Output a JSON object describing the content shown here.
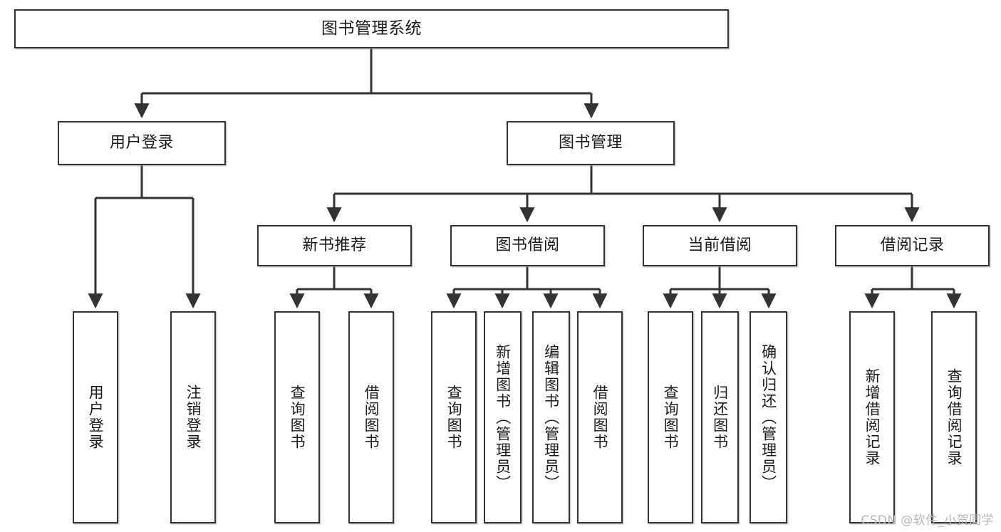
{
  "diagram": {
    "type": "tree-structure-chart",
    "title": "图书管理系统",
    "root": {
      "id": "root",
      "label": "图书管理系统"
    },
    "level2": [
      {
        "id": "user-login",
        "label": "用户登录"
      },
      {
        "id": "book-management",
        "label": "图书管理"
      }
    ],
    "level3": [
      {
        "id": "new-book-recommend",
        "label": "新书推荐",
        "parent": "book-management"
      },
      {
        "id": "book-borrow",
        "label": "图书借阅",
        "parent": "book-management"
      },
      {
        "id": "current-borrow",
        "label": "当前借阅",
        "parent": "book-management"
      },
      {
        "id": "borrow-record",
        "label": "借阅记录",
        "parent": "book-management"
      }
    ],
    "leaves": [
      {
        "id": "leaf-user-login",
        "label": "用户登录",
        "parent": "user-login"
      },
      {
        "id": "leaf-logout",
        "label": "注销登录",
        "parent": "user-login"
      },
      {
        "id": "leaf-query-book-1",
        "label": "查询图书",
        "parent": "new-book-recommend"
      },
      {
        "id": "leaf-borrow-book-1",
        "label": "借阅图书",
        "parent": "new-book-recommend"
      },
      {
        "id": "leaf-query-book-2",
        "label": "查询图书",
        "parent": "book-borrow"
      },
      {
        "id": "leaf-add-book",
        "label": "新增图书（管理员）",
        "parent": "book-borrow"
      },
      {
        "id": "leaf-edit-book",
        "label": "编辑图书（管理员）",
        "parent": "book-borrow"
      },
      {
        "id": "leaf-borrow-book-2",
        "label": "借阅图书",
        "parent": "book-borrow"
      },
      {
        "id": "leaf-query-book-3",
        "label": "查询图书",
        "parent": "current-borrow"
      },
      {
        "id": "leaf-return-book",
        "label": "归还图书",
        "parent": "current-borrow"
      },
      {
        "id": "leaf-confirm-return",
        "label": "确认归还（管理员）",
        "parent": "current-borrow"
      },
      {
        "id": "leaf-add-record",
        "label": "新增借阅记录",
        "parent": "borrow-record"
      },
      {
        "id": "leaf-query-record",
        "label": "查询借阅记录",
        "parent": "borrow-record"
      }
    ]
  },
  "watermark": {
    "text": "CSDN @软件_小贺同学"
  },
  "colors": {
    "border": "#333333",
    "text": "#1b1b1b",
    "background": "#ffffff",
    "watermark": "#b9b9b9"
  }
}
